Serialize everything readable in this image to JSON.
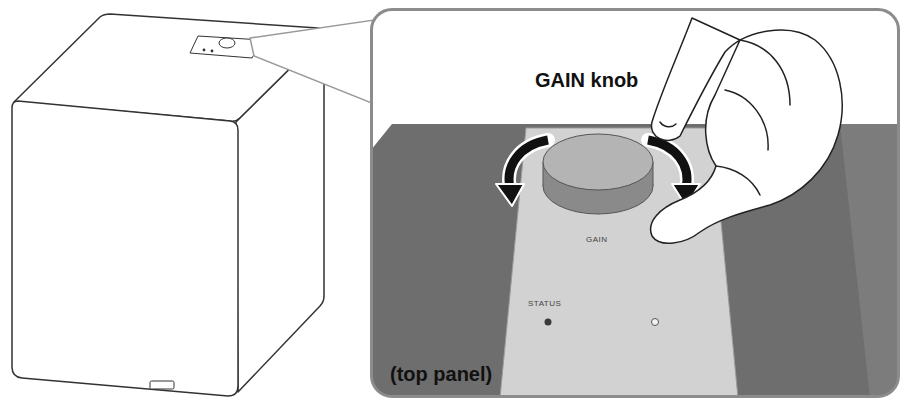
{
  "diagram": {
    "nodes": [
      {
        "text": [
          "GAIN knob",
          "(top panel)"
        ]
      }
    ],
    "labels": [
      "GAIN",
      "STATUS"
    ]
  }
}
